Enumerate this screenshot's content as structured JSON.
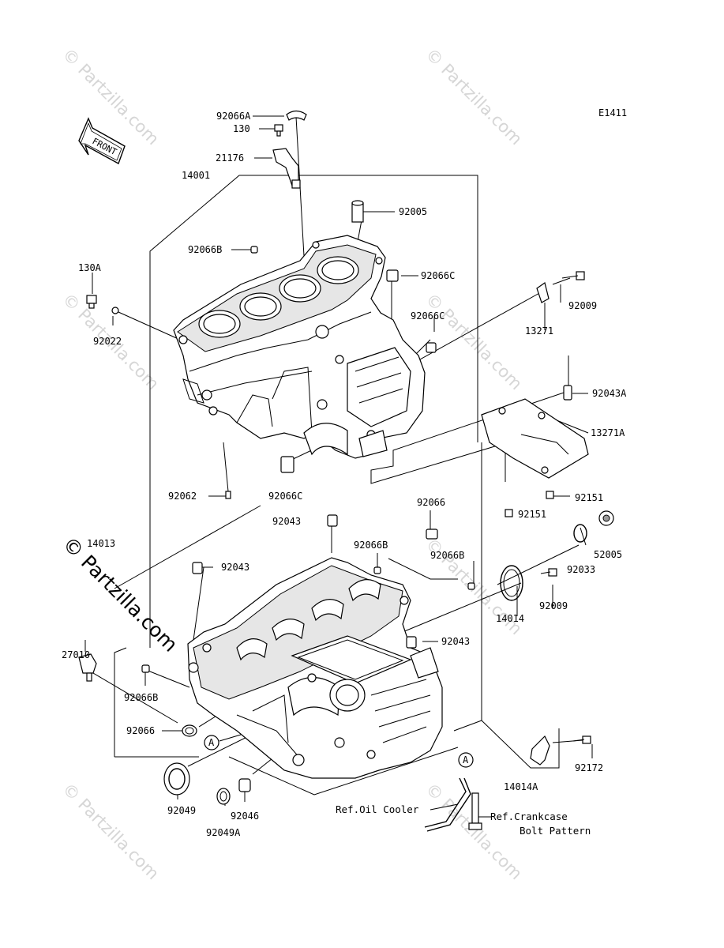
{
  "diagram_code": "E1411",
  "front_label": "FRONT",
  "watermark": {
    "text": "© Partzilla.com",
    "prominent_text": "© Partzilla.com"
  },
  "circle_marker": "A",
  "part_labels": {
    "p92066A": "92066A",
    "p130": "130",
    "p21176": "21176",
    "p14001": "14001",
    "p92005": "92005",
    "p92066B_top": "92066B",
    "p92066C_a": "92066C",
    "p130A": "130A",
    "p92009_top": "92009",
    "p92022": "92022",
    "p92066C_b": "92066C",
    "p13271": "13271",
    "p92043A": "92043A",
    "p13271A": "13271A",
    "p92062": "92062",
    "p92066C_c": "92066C",
    "p92151_a": "92151",
    "p92151_b": "92151",
    "p92066_top": "92066",
    "p92043_a": "92043",
    "p52005": "52005",
    "p14013": "14013",
    "p92066B_mid": "92066B",
    "p92043_b": "92043",
    "p92066B_r": "92066B",
    "p92033": "92033",
    "p92009_mid": "92009",
    "p14014": "14014",
    "p27010": "27010",
    "p92043_c": "92043",
    "p92066B_left": "92066B",
    "p92066_left": "92066",
    "p92172": "92172",
    "p14014A": "14014A",
    "p92049": "92049",
    "p92046": "92046",
    "p92049A": "92049A"
  },
  "references": {
    "oil_cooler": "Ref.Oil Cooler",
    "crankcase_line1": "Ref.Crankcase",
    "crankcase_line2": "Bolt Pattern"
  }
}
